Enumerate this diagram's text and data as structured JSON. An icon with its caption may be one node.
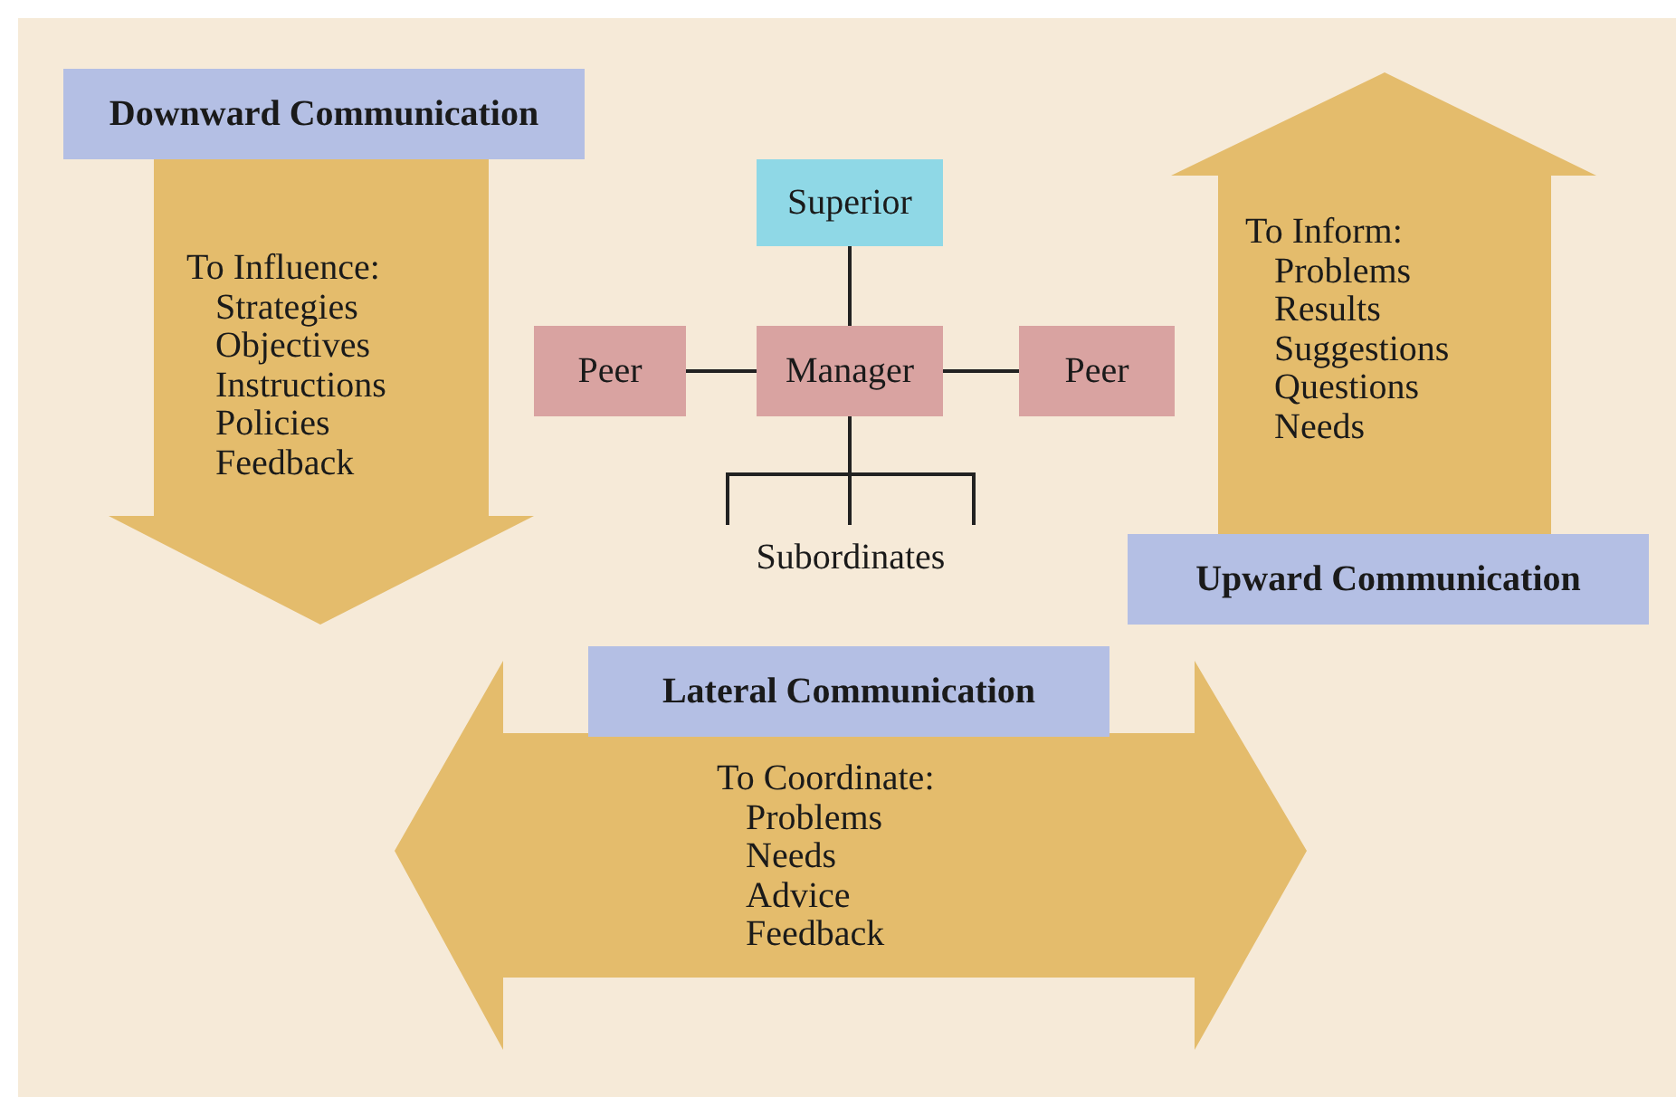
{
  "diagram": {
    "nodes": [
      {
        "text": [
          "Downward Communication"
        ]
      },
      {
        "text": [
          "To Influence:",
          "Strategies",
          "Objectives",
          "Instructions",
          "Policies",
          "Feedback"
        ]
      },
      {
        "text": [
          "Superior"
        ]
      },
      {
        "text": [
          "Peer"
        ]
      },
      {
        "text": [
          "Manager"
        ]
      },
      {
        "text": [
          "Peer"
        ]
      },
      {
        "text": [
          "Subordinates"
        ]
      },
      {
        "text": [
          "To Inform:",
          "Problems",
          "Results",
          "Suggestions",
          "Questions",
          "Needs"
        ]
      },
      {
        "text": [
          "Upward Communication"
        ]
      },
      {
        "text": [
          "Lateral Communication"
        ]
      },
      {
        "text": [
          "To Coordinate:",
          "Problems",
          "Needs",
          "Advice",
          "Feedback"
        ]
      }
    ],
    "edges": [
      {
        "from": 2,
        "to": 4,
        "arrow": "none"
      },
      {
        "from": 3,
        "to": 4,
        "arrow": "none"
      },
      {
        "from": 4,
        "to": 5,
        "arrow": "none"
      },
      {
        "from": 4,
        "to": 6,
        "arrow": "none"
      }
    ]
  }
}
